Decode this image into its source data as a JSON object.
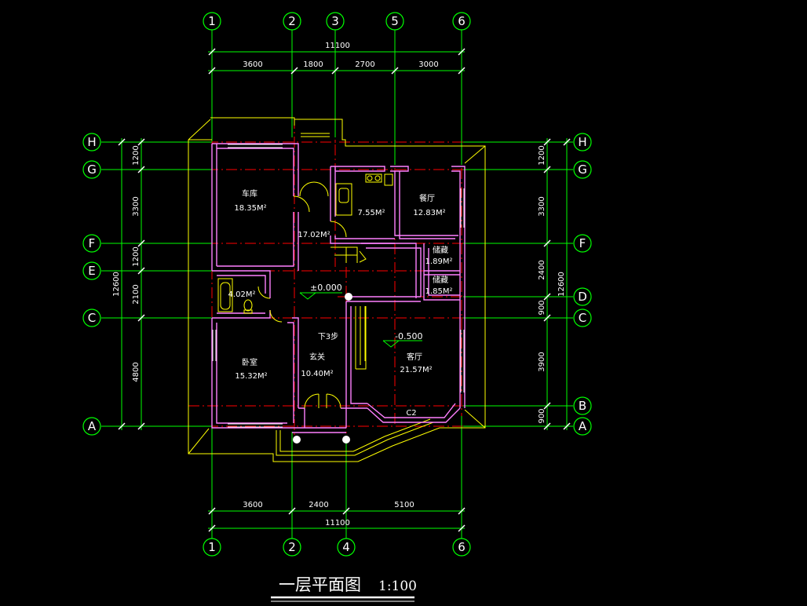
{
  "title": {
    "main": "一层平面图",
    "scale": "1:100"
  },
  "axes": {
    "top": [
      "1",
      "2",
      "3",
      "5",
      "6"
    ],
    "bottom": [
      "1",
      "2",
      "4",
      "6"
    ],
    "left": [
      "H",
      "G",
      "F",
      "E",
      "C",
      "A"
    ],
    "right": [
      "H",
      "G",
      "F",
      "D",
      "C",
      "B",
      "A"
    ]
  },
  "dimensions": {
    "top_total": "11100",
    "top": [
      "3600",
      "1800",
      "2700",
      "3000"
    ],
    "bottom": [
      "3600",
      "2400",
      "5100"
    ],
    "bottom_total": "11100",
    "left": [
      "1200",
      "3300",
      "1200",
      "2100",
      "4800"
    ],
    "left_total": "12600",
    "right": [
      "1200",
      "3300",
      "2400",
      "900",
      "3900",
      "900"
    ],
    "right_total": "12600"
  },
  "rooms": [
    {
      "name": "车库",
      "area": "18.35M²"
    },
    {
      "name": "",
      "area": "17.02M²"
    },
    {
      "name": "",
      "area": "7.55M²"
    },
    {
      "name": "餐厅",
      "area": "12.83M²"
    },
    {
      "name": "储藏",
      "area": "1.89M²"
    },
    {
      "name": "储藏",
      "area": "1.85M²"
    },
    {
      "name": "",
      "area": "4.02M²"
    },
    {
      "name": "卧室",
      "area": "15.32M²"
    },
    {
      "name": "玄关",
      "area": "10.40M²"
    },
    {
      "name": "客厅",
      "area": "21.57M²"
    }
  ],
  "annotations": {
    "level_main": "±0.000",
    "level_living": "-0.500",
    "steps": "下3步",
    "window": "C2"
  },
  "colors": {
    "background": "#000000",
    "axis": "#00ff00",
    "wall": "#ff80ff",
    "grid": "#ff0000",
    "detail": "#ffff00",
    "text": "#ffffff"
  }
}
